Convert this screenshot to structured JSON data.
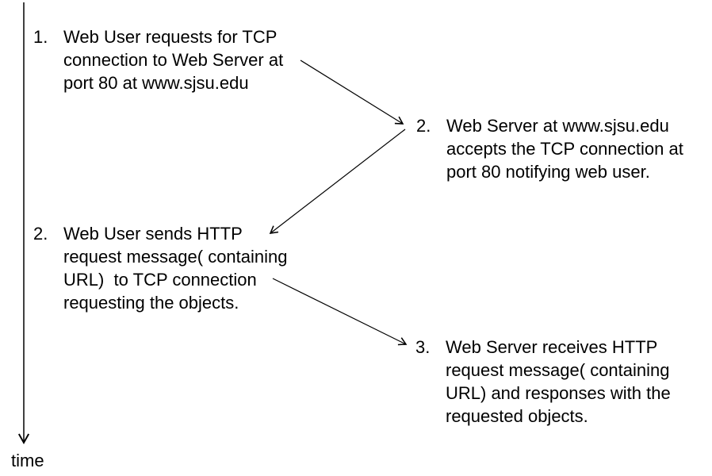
{
  "diagram": {
    "time_axis_label": "time",
    "steps": [
      {
        "number": "1.",
        "text": "Web User requests for TCP\nconnection to Web Server at\nport 80 at www.sjsu.edu"
      },
      {
        "number": "2.",
        "text": "Web Server at www.sjsu.edu\naccepts the TCP connection at\nport 80 notifying web user."
      },
      {
        "number": "2.",
        "text": "Web User sends HTTP\nrequest message( containing\nURL)  to TCP connection\nrequesting the objects."
      },
      {
        "number": "3.",
        "text": "Web Server receives HTTP\nrequest message( containing\nURL) and responses with the\nrequested objects."
      }
    ]
  }
}
